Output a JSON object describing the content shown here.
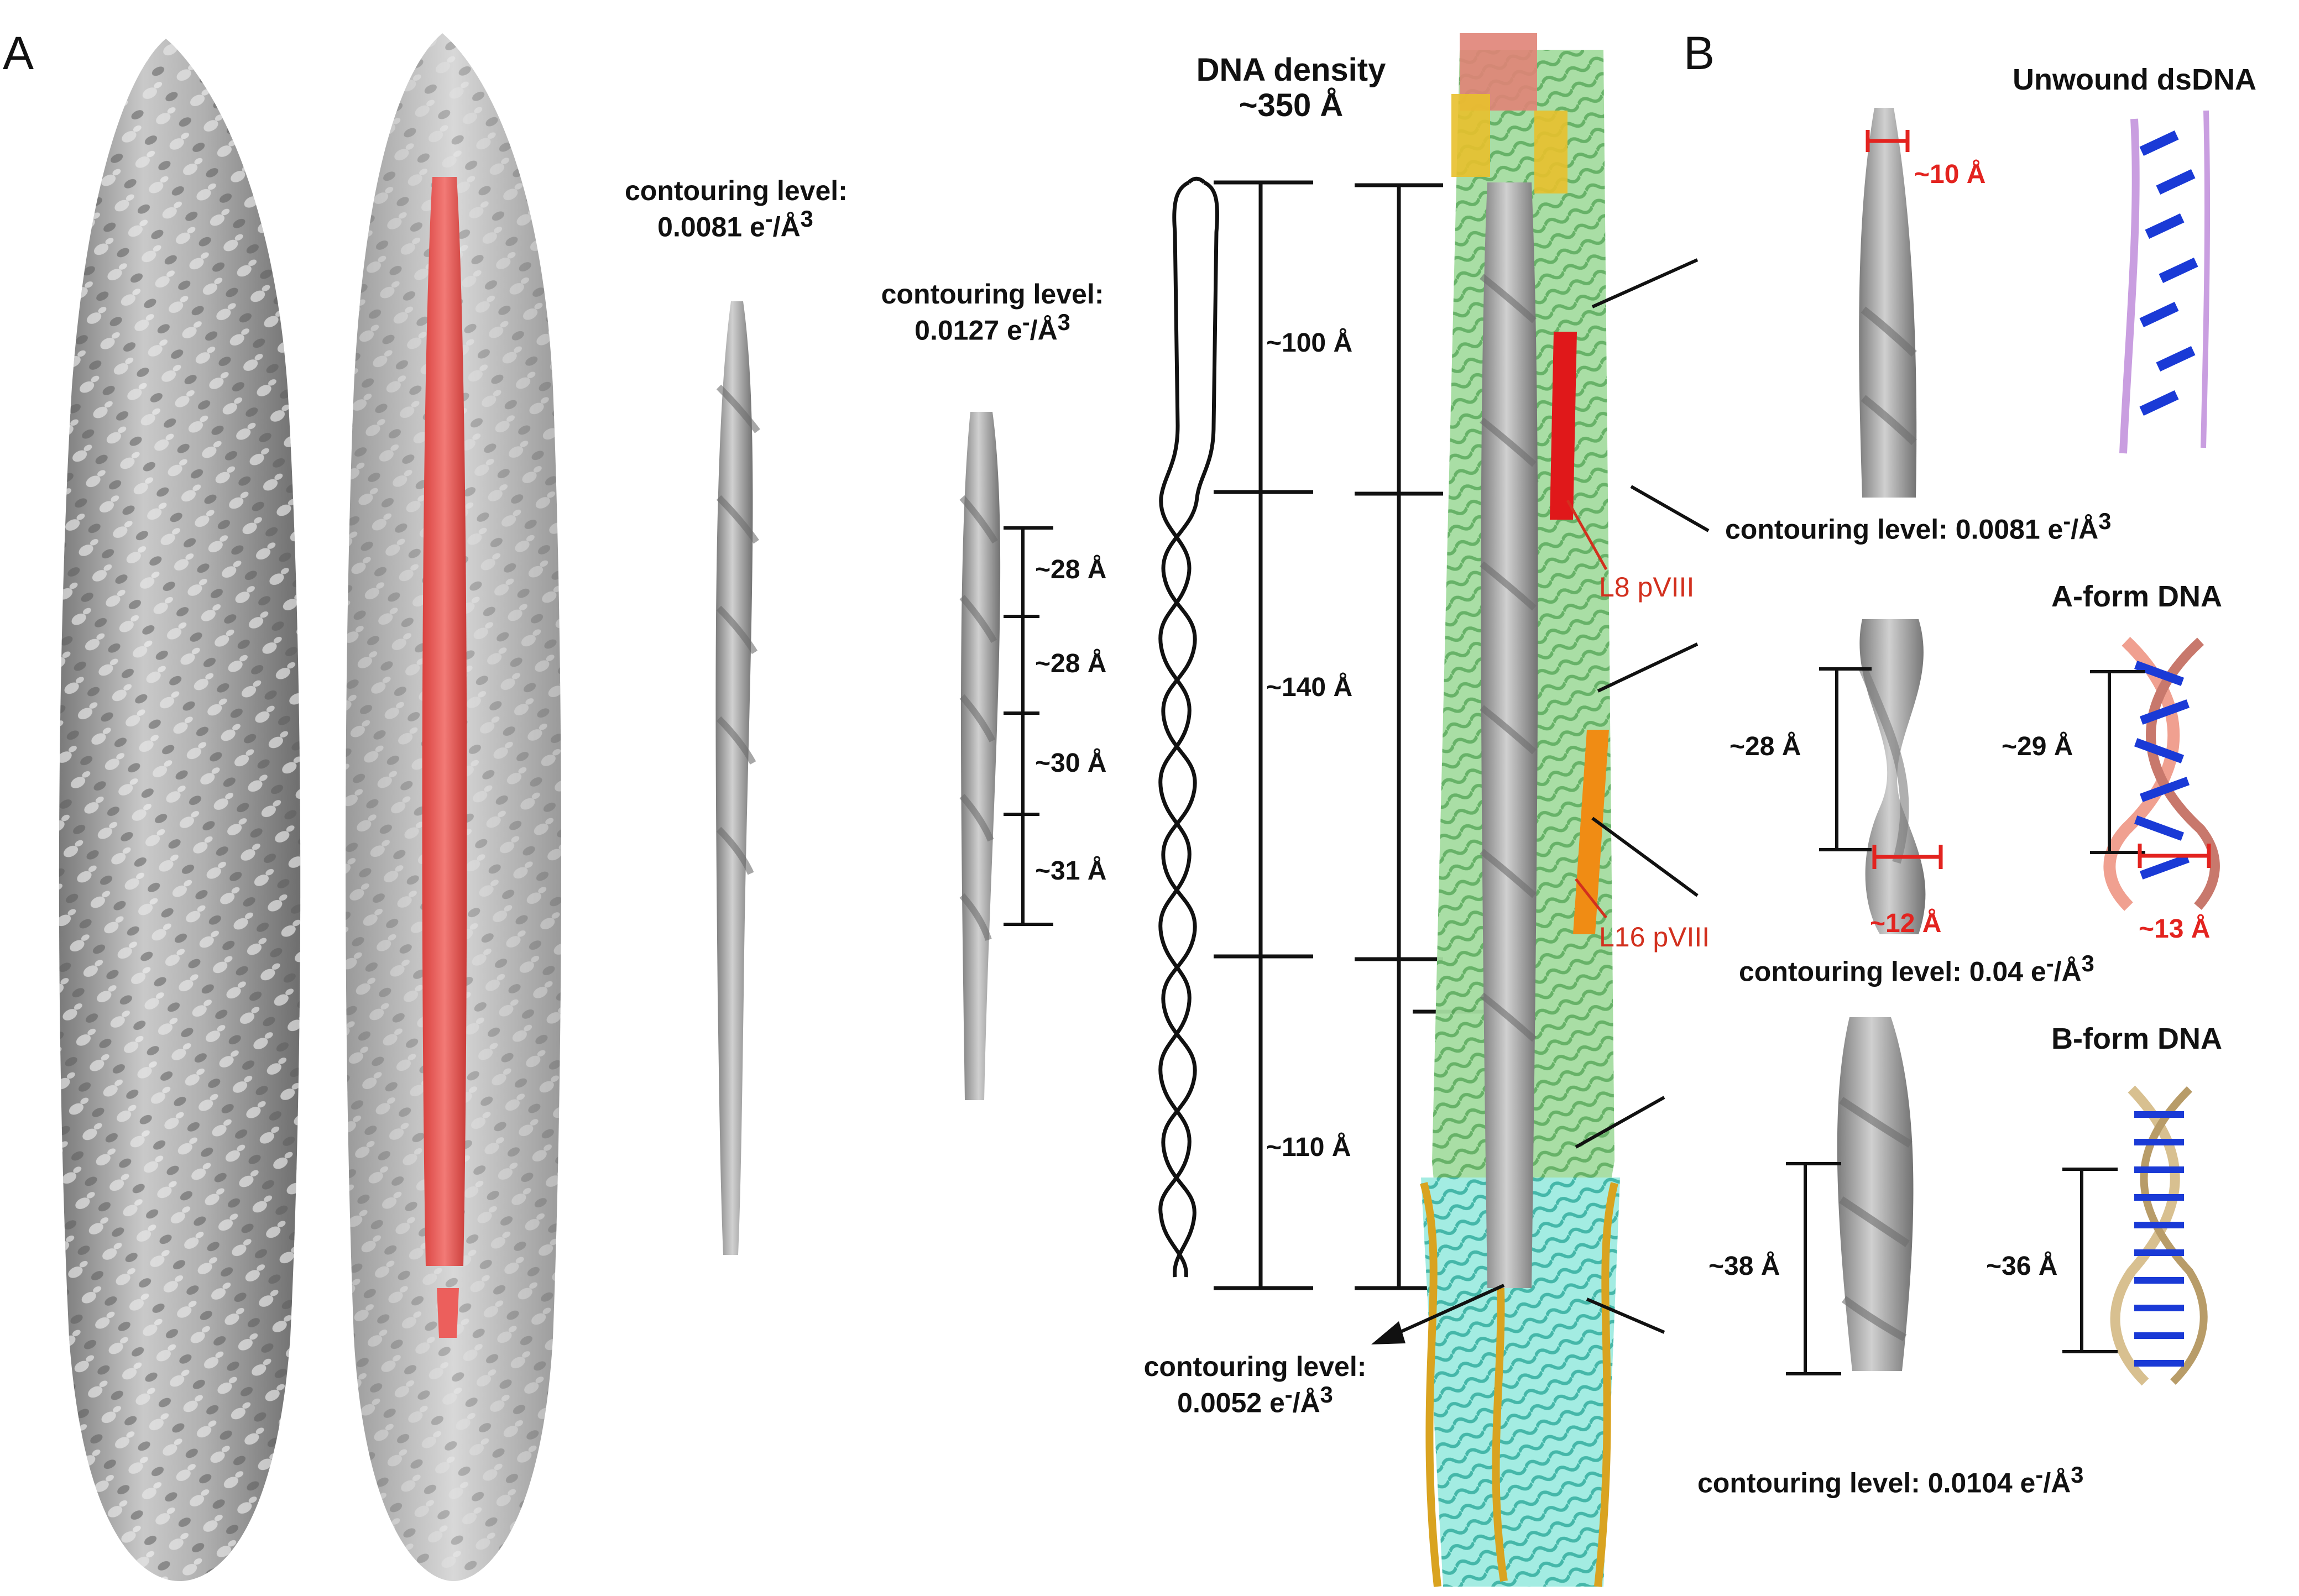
{
  "panels": {
    "a": "A",
    "b": "B"
  },
  "panel_a": {
    "contour_1": {
      "label": "contouring level:",
      "value": "0.0081 e",
      "sup1": "-",
      "unit": "/Å",
      "sup2": "3"
    },
    "contour_2": {
      "label": "contouring level:",
      "value": "0.0127 e",
      "sup1": "-",
      "unit": "/Å",
      "sup2": "3"
    },
    "pitches": [
      "~28 Å",
      "~28 Å",
      "~30 Å",
      "~31 Å"
    ],
    "dna_density": {
      "line1": "DNA density",
      "line2": "~350 Å"
    },
    "segments": [
      "~100 Å",
      "~140 Å",
      "~110 Å"
    ],
    "contour_3": {
      "label": "contouring level:",
      "value": "0.0052 e",
      "sup1": "-",
      "unit": "/Å",
      "sup2": "3"
    },
    "residue_labels": {
      "l8": "L8 pVIII",
      "l16": "L16 pVIII"
    }
  },
  "panel_b": {
    "unwound": {
      "title": "Unwound dsDNA",
      "width": "~10 Å",
      "contour": {
        "label": "contouring level: 0.0081 e",
        "sup1": "-",
        "unit": "/Å",
        "sup2": "3"
      }
    },
    "aform": {
      "title": "A-form DNA",
      "map_pitch": "~28 Å",
      "model_pitch": "~29 Å",
      "map_width": "~12 Å",
      "model_width": "~13 Å",
      "contour": {
        "label": "contouring level: 0.04 e",
        "sup1": "-",
        "unit": "/Å",
        "sup2": "3"
      }
    },
    "bform": {
      "title": "B-form DNA",
      "map_pitch": "~38 Å",
      "model_pitch": "~36 Å",
      "contour": {
        "label": "contouring level: 0.0104 e",
        "sup1": "-",
        "unit": "/Å",
        "sup2": "3"
      }
    }
  },
  "colors": {
    "map_gray": "#a9a9a9",
    "dna_red": "#ec5f5c",
    "helix_green": "#8ed48e",
    "helix_yellow": "#e8c02c",
    "helix_salmon": "#e08377",
    "helix_red": "#e0181a",
    "helix_orange": "#f08c14",
    "helix_cyan": "#7ee2d6",
    "helix_gold": "#d9a320",
    "annotation_red": "#e3231f",
    "unwound_backbone": "#c99ee0",
    "base_blue": "#1a3ad6",
    "aform_backbone": "#f0a090",
    "bform_backbone": "#d8c090"
  }
}
